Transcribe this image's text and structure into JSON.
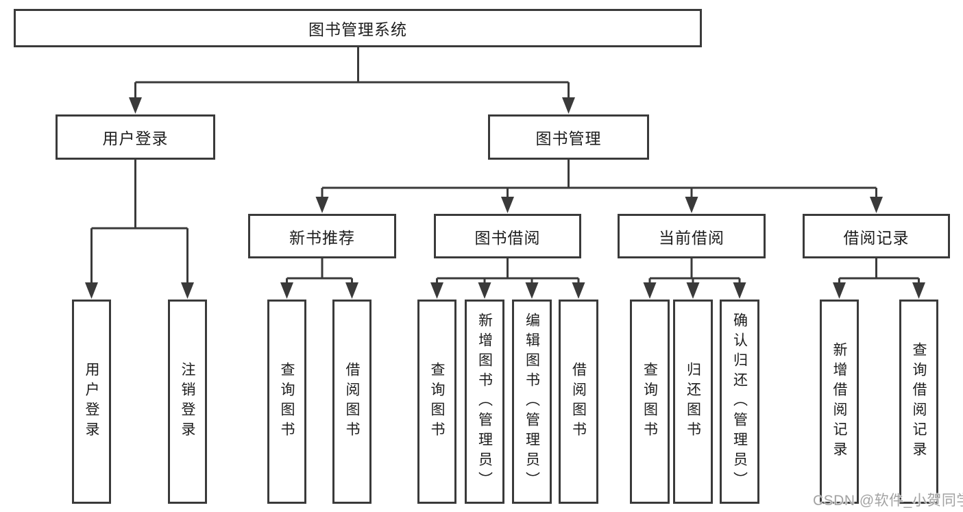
{
  "tree": {
    "root": "图书管理系统",
    "level2": [
      {
        "label": "用户登录",
        "children": [
          "用户登录",
          "注销登录"
        ]
      },
      {
        "label": "图书管理",
        "children": [
          {
            "label": "新书推荐",
            "children": [
              "查询图书",
              "借阅图书"
            ]
          },
          {
            "label": "图书借阅",
            "children": [
              "查询图书",
              "新增图书（管理员）",
              "编辑图书（管理员）",
              "借阅图书"
            ]
          },
          {
            "label": "当前借阅",
            "children": [
              "查询图书",
              "归还图书",
              "确认归还（管理员）"
            ]
          },
          {
            "label": "借阅记录",
            "children": [
              "新增借阅记录",
              "查询借阅记录"
            ]
          }
        ]
      }
    ]
  },
  "watermark": "CSDN @软件_小贺同学",
  "colors": {
    "line": "#3a3a3a",
    "text": "#1d1d1d",
    "watermark": "#a2a2a2",
    "background": "#ffffff"
  }
}
